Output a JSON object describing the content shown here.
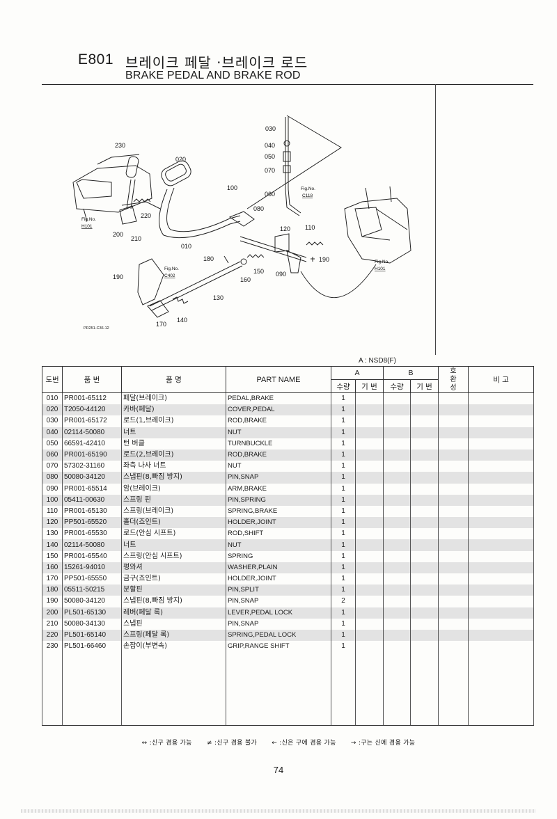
{
  "header": {
    "code": "E801",
    "title_ko": "브레이크 페달 ·브레이크 로드",
    "title_en": "BRAKE PEDAL AND BRAKE ROD"
  },
  "diagram": {
    "callouts": [
      "030",
      "040",
      "050",
      "070",
      "060",
      "230",
      "020",
      "100",
      "080",
      "120",
      "110",
      "220",
      "210",
      "200",
      "010",
      "180",
      "150",
      "160",
      "090",
      "190",
      "190",
      "130",
      "170",
      "140"
    ],
    "fig_refs": [
      {
        "line1": "Fig.No.",
        "line2": "C118"
      },
      {
        "line1": "Fig.No.",
        "line2": "H101"
      },
      {
        "line1": "Fig.No.",
        "line2": "C402"
      },
      {
        "line1": "Fig.No.",
        "line2": "H101"
      }
    ],
    "drawing_id": "PR251-C36-12"
  },
  "model_note": "A : NSD8(F)",
  "table": {
    "headers": {
      "ref_no": "도번",
      "part_no": "품 번",
      "part_name_ko": "품 명",
      "part_name_en": "PART NAME",
      "group_a": "A",
      "group_b": "B",
      "qty": "수량",
      "period": "기 번",
      "interchange": "호\n환\n성",
      "remarks": "비 고"
    },
    "rows": [
      {
        "no": "010",
        "part": "PR001-65112",
        "ko": "페달(브레이크)",
        "en": "PEDAL,BRAKE",
        "qa": "1"
      },
      {
        "no": "020",
        "part": "T2050-44120",
        "ko": "카바(페달)",
        "en": "COVER,PEDAL",
        "qa": "1"
      },
      {
        "no": "030",
        "part": "PR001-65172",
        "ko": "로드(1,브레이크)",
        "en": "ROD,BRAKE",
        "qa": "1"
      },
      {
        "no": "040",
        "part": "02114-50080",
        "ko": "너트",
        "en": "NUT",
        "qa": "1"
      },
      {
        "no": "050",
        "part": "66591-42410",
        "ko": "턴 버클",
        "en": "TURNBUCKLE",
        "qa": "1"
      },
      {
        "no": "060",
        "part": "PR001-65190",
        "ko": "로드(2,브레이크)",
        "en": "ROD,BRAKE",
        "qa": "1"
      },
      {
        "no": "070",
        "part": "57302-31160",
        "ko": "좌측 나사 너트",
        "en": "NUT",
        "qa": "1"
      },
      {
        "no": "080",
        "part": "50080-34120",
        "ko": "스냅핀(8,빠짐 방지)",
        "en": "PIN,SNAP",
        "qa": "1"
      },
      {
        "no": "090",
        "part": "PR001-65514",
        "ko": "암(브레이크)",
        "en": "ARM,BRAKE",
        "qa": "1"
      },
      {
        "no": "100",
        "part": "05411-00630",
        "ko": "스프링 핀",
        "en": "PIN,SPRING",
        "qa": "1"
      },
      {
        "no": "110",
        "part": "PR001-65130",
        "ko": "스프링(브레이크)",
        "en": "SPRING,BRAKE",
        "qa": "1"
      },
      {
        "no": "120",
        "part": "PP501-65520",
        "ko": "홀더(죠인트)",
        "en": "HOLDER,JOINT",
        "qa": "1"
      },
      {
        "no": "130",
        "part": "PR001-65530",
        "ko": "로드(안심 시프트)",
        "en": "ROD,SHIFT",
        "qa": "1"
      },
      {
        "no": "140",
        "part": "02114-50080",
        "ko": "너트",
        "en": "NUT",
        "qa": "1"
      },
      {
        "no": "150",
        "part": "PR001-65540",
        "ko": "스프링(안심 시프트)",
        "en": "SPRING",
        "qa": "1"
      },
      {
        "no": "160",
        "part": "15261-94010",
        "ko": "평와셔",
        "en": "WASHER,PLAIN",
        "qa": "1"
      },
      {
        "no": "170",
        "part": "PP501-65550",
        "ko": "금구(죠인트)",
        "en": "HOLDER,JOINT",
        "qa": "1"
      },
      {
        "no": "180",
        "part": "05511-50215",
        "ko": "분할핀",
        "en": "PIN,SPLIT",
        "qa": "1"
      },
      {
        "no": "190",
        "part": "50080-34120",
        "ko": "스냅핀(8,빠짐 방지)",
        "en": "PIN,SNAP",
        "qa": "2"
      },
      {
        "no": "200",
        "part": "PL501-65130",
        "ko": "레버(페달 록)",
        "en": "LEVER,PEDAL LOCK",
        "qa": "1"
      },
      {
        "no": "210",
        "part": "50080-34130",
        "ko": "스냅핀",
        "en": "PIN,SNAP",
        "qa": "1"
      },
      {
        "no": "220",
        "part": "PL501-65140",
        "ko": "스프링(페달 록)",
        "en": "SPRING,PEDAL LOCK",
        "qa": "1"
      },
      {
        "no": "230",
        "part": "PL501-66460",
        "ko": "손잡이(부변속)",
        "en": "GRIP,RANGE SHIFT",
        "qa": "1"
      }
    ]
  },
  "legend": [
    "↔ :신구 겸용 가능",
    "≠ :신구 겸용 불가",
    "← :신은 구에 겸용 가능",
    "→ :구는 신에 겸용 가능"
  ],
  "page_number": "74"
}
